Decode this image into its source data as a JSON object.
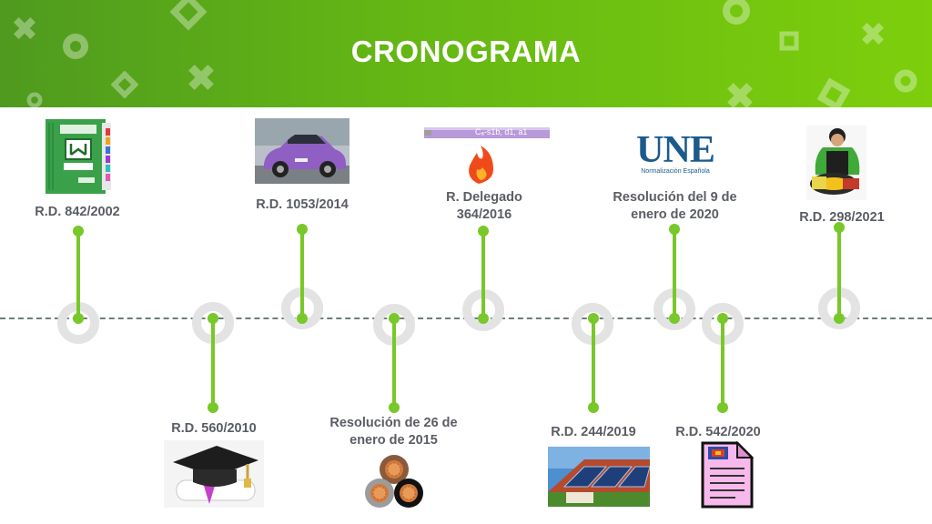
{
  "header": {
    "title": "CRONOGRAMA",
    "background_colors": [
      "#4f9a1f",
      "#7dcf0c"
    ],
    "decorations": [
      "cross-icon",
      "ring-icon",
      "square-icon",
      "diamond-icon"
    ]
  },
  "colors": {
    "accent_green": "#78c829",
    "label_gray": "#5a5d63",
    "ring_gray": "#e3e3e3",
    "axis_dash": "#6d7d78"
  },
  "timeline": {
    "events": [
      {
        "label": "R.D. 842/2002",
        "image": "rebt-book-icon"
      },
      {
        "label": "R.D. 560/2010",
        "image": "graduation-cap-icon"
      },
      {
        "label": "R.D. 1053/2014",
        "image": "electric-car-image"
      },
      {
        "label": "Resolución de 26 de\nenero de 2015",
        "image": "cable-cross-section-icon"
      },
      {
        "label": "R. Delegado\n364/2016",
        "image": "cable-fire-icon",
        "image_text": "Cₐ-s1b, d1, a1"
      },
      {
        "label": "R.D. 244/2019",
        "image": "solar-panels-image"
      },
      {
        "label": "Resolución del 9 de\nenero de 2020",
        "image": "une-logo",
        "image_text": "Normalización Española"
      },
      {
        "label": "R.D. 542/2020",
        "image": "document-icon"
      },
      {
        "label": "R.D. 298/2021",
        "image": "mechanic-icon"
      }
    ]
  }
}
